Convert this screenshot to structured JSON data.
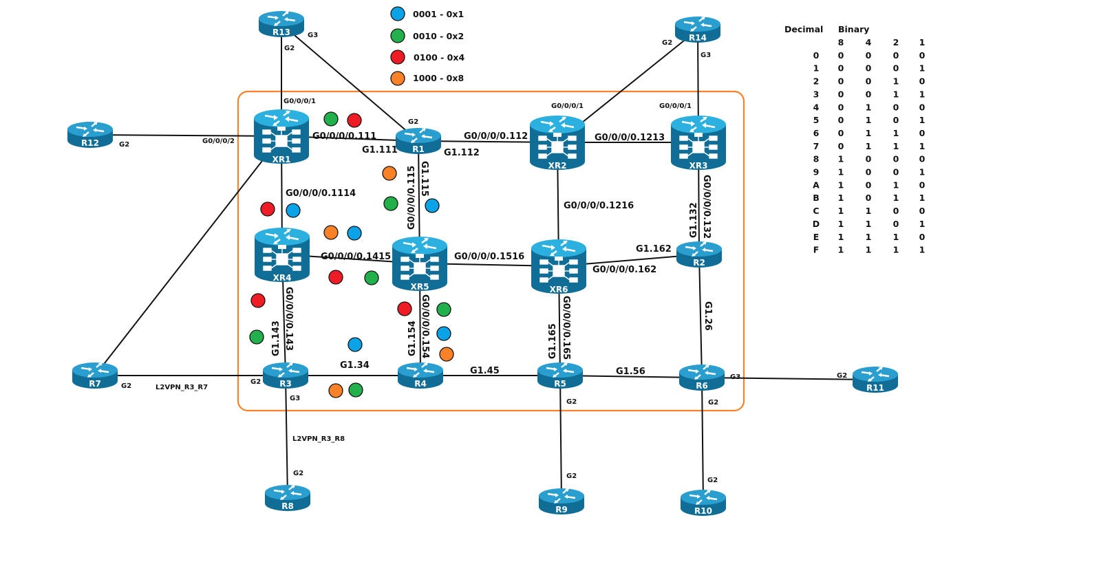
{
  "diagram": {
    "title": "MPLS network topology with bit flags",
    "legend": [
      {
        "bits": "0001",
        "hex": "0x1",
        "label": "0001 - 0x1",
        "color": "#0aa3e8"
      },
      {
        "bits": "0010",
        "hex": "0x2",
        "label": "0010 - 0x2",
        "color": "#22b04c"
      },
      {
        "bits": "0100",
        "hex": "0x4",
        "label": "0100 - 0x4",
        "color": "#ee1c24"
      },
      {
        "bits": "1000",
        "hex": "0x8",
        "label": "1000 - 0x8",
        "color": "#f98128"
      }
    ],
    "colors": {
      "router_top": "#27a9d8",
      "router_body": "#106d96",
      "domain_border": "#f98128",
      "link": "#111111"
    },
    "nodes": [
      {
        "id": "R13",
        "type": "router"
      },
      {
        "id": "R14",
        "type": "router"
      },
      {
        "id": "R12",
        "type": "router"
      },
      {
        "id": "XR1",
        "type": "xr"
      },
      {
        "id": "R1",
        "type": "router"
      },
      {
        "id": "XR2",
        "type": "xr"
      },
      {
        "id": "XR3",
        "type": "xr"
      },
      {
        "id": "XR4",
        "type": "xr"
      },
      {
        "id": "XR5",
        "type": "xr"
      },
      {
        "id": "XR6",
        "type": "xr"
      },
      {
        "id": "R2",
        "type": "router"
      },
      {
        "id": "R7",
        "type": "router"
      },
      {
        "id": "R3",
        "type": "router"
      },
      {
        "id": "R4",
        "type": "router"
      },
      {
        "id": "R5",
        "type": "router"
      },
      {
        "id": "R6",
        "type": "router"
      },
      {
        "id": "R11",
        "type": "router"
      },
      {
        "id": "R8",
        "type": "router"
      },
      {
        "id": "R9",
        "type": "router"
      },
      {
        "id": "R10",
        "type": "router"
      }
    ],
    "links": [
      {
        "a": "R13",
        "b": "XR1"
      },
      {
        "a": "R13",
        "b": "R1"
      },
      {
        "a": "R14",
        "b": "XR2"
      },
      {
        "a": "R14",
        "b": "XR3"
      },
      {
        "a": "R12",
        "b": "XR1"
      },
      {
        "a": "XR1",
        "b": "R1"
      },
      {
        "a": "R1",
        "b": "XR2"
      },
      {
        "a": "XR2",
        "b": "XR3"
      },
      {
        "a": "XR1",
        "b": "XR4"
      },
      {
        "a": "XR1",
        "b": "R7"
      },
      {
        "a": "R1",
        "b": "XR5"
      },
      {
        "a": "XR2",
        "b": "XR6"
      },
      {
        "a": "XR3",
        "b": "R2"
      },
      {
        "a": "XR4",
        "b": "XR5"
      },
      {
        "a": "XR5",
        "b": "XR6"
      },
      {
        "a": "XR6",
        "b": "R2"
      },
      {
        "a": "XR4",
        "b": "R3"
      },
      {
        "a": "XR5",
        "b": "R4"
      },
      {
        "a": "XR6",
        "b": "R5"
      },
      {
        "a": "R2",
        "b": "R6"
      },
      {
        "a": "R7",
        "b": "R3"
      },
      {
        "a": "R3",
        "b": "R4"
      },
      {
        "a": "R4",
        "b": "R5"
      },
      {
        "a": "R5",
        "b": "R6"
      },
      {
        "a": "R6",
        "b": "R11"
      },
      {
        "a": "R3",
        "b": "R8"
      },
      {
        "a": "R5",
        "b": "R9"
      },
      {
        "a": "R6",
        "b": "R10"
      }
    ],
    "labels": {
      "r13_g2": "G2",
      "r13_g3": "G3",
      "r14_g2": "G2",
      "r14_g3": "G3",
      "xr1_g1": "G0/0/0/1",
      "r1_g2": "G2",
      "xr2_g1": "G0/0/0/1",
      "xr3_g1": "G0/0/0/1",
      "r12_g2": "G2",
      "xr1_g2": "G0/0/0/2",
      "xr1_111": "G0/0/0/0.111",
      "r1_111": "G1.111",
      "r1_112": "G1.112",
      "xr2_112": "G0/0/0/0.112",
      "xr2_1213": "G0/0/0/0.1213",
      "xr1_1114": "G0/0/0/0.1114",
      "xr5_115": "G0/0/0/0.115",
      "r1_115": "G1.115",
      "xr2_1216": "G0/0/0/0.1216",
      "r2_132": "G1.132",
      "xr3_132": "G0/0/0/0.132",
      "xr4_1415": "G0/0/0/0.1415",
      "xr5_1516": "G0/0/0/0.1516",
      "r2_162": "G1.162",
      "xr6_162": "G0/0/0/0.162",
      "r3_143": "G1.143",
      "xr4_143": "G0/0/0/0.143",
      "r4_154": "G1.154",
      "xr5_154": "G0/0/0/0.154",
      "r5_165": "G1.165",
      "xr6_165": "G0/0/0/0.165",
      "r6_26": "G1.26",
      "r3_34": "G1.34",
      "r4_45": "G1.45",
      "r5_56": "G1.56",
      "r7_g2": "G2",
      "r3_g2": "G2",
      "l2vpn_r3_r7": "L2VPN_R3_R7",
      "r3_g3": "G3",
      "l2vpn_r3_r8": "L2VPN_R3_R8",
      "r8_g2": "G2",
      "r5_g2": "G2",
      "r9_g2": "G2",
      "r6_g2": "G2",
      "r10_g2": "G2",
      "r6_g3": "G3",
      "r11_g2": "G2"
    },
    "markers": [
      {
        "near": "XR1-R1",
        "colors": [
          "green",
          "red"
        ]
      },
      {
        "near": "R1-XR5",
        "colors": [
          "orange",
          "green",
          "blue"
        ]
      },
      {
        "near": "XR1-XR4",
        "colors": [
          "red",
          "blue"
        ]
      },
      {
        "near": "XR4-XR5 top",
        "colors": [
          "orange",
          "blue"
        ]
      },
      {
        "near": "XR4-XR5 bottom",
        "colors": [
          "red",
          "green"
        ]
      },
      {
        "near": "XR4-R3",
        "colors": [
          "red",
          "green"
        ]
      },
      {
        "near": "XR5-R4 left",
        "colors": [
          "red"
        ]
      },
      {
        "near": "XR5-R4 right",
        "colors": [
          "green",
          "blue",
          "orange"
        ]
      },
      {
        "near": "R3-R4 top",
        "colors": [
          "blue"
        ]
      },
      {
        "near": "R3-R4 bottom",
        "colors": [
          "orange",
          "green"
        ]
      }
    ]
  },
  "table": {
    "header_decimal": "Decimal",
    "header_binary": "Binary",
    "weights": [
      "8",
      "4",
      "2",
      "1"
    ],
    "rows": [
      {
        "dec": "0",
        "bits": [
          "0",
          "0",
          "0",
          "0"
        ]
      },
      {
        "dec": "1",
        "bits": [
          "0",
          "0",
          "0",
          "1"
        ]
      },
      {
        "dec": "2",
        "bits": [
          "0",
          "0",
          "1",
          "0"
        ]
      },
      {
        "dec": "3",
        "bits": [
          "0",
          "0",
          "1",
          "1"
        ]
      },
      {
        "dec": "4",
        "bits": [
          "0",
          "1",
          "0",
          "0"
        ]
      },
      {
        "dec": "5",
        "bits": [
          "0",
          "1",
          "0",
          "1"
        ]
      },
      {
        "dec": "6",
        "bits": [
          "0",
          "1",
          "1",
          "0"
        ]
      },
      {
        "dec": "7",
        "bits": [
          "0",
          "1",
          "1",
          "1"
        ]
      },
      {
        "dec": "8",
        "bits": [
          "1",
          "0",
          "0",
          "0"
        ]
      },
      {
        "dec": "9",
        "bits": [
          "1",
          "0",
          "0",
          "1"
        ]
      },
      {
        "dec": "A",
        "bits": [
          "1",
          "0",
          "1",
          "0"
        ]
      },
      {
        "dec": "B",
        "bits": [
          "1",
          "0",
          "1",
          "1"
        ]
      },
      {
        "dec": "C",
        "bits": [
          "1",
          "1",
          "0",
          "0"
        ]
      },
      {
        "dec": "D",
        "bits": [
          "1",
          "1",
          "0",
          "1"
        ]
      },
      {
        "dec": "E",
        "bits": [
          "1",
          "1",
          "1",
          "0"
        ]
      },
      {
        "dec": "F",
        "bits": [
          "1",
          "1",
          "1",
          "1"
        ]
      }
    ]
  }
}
